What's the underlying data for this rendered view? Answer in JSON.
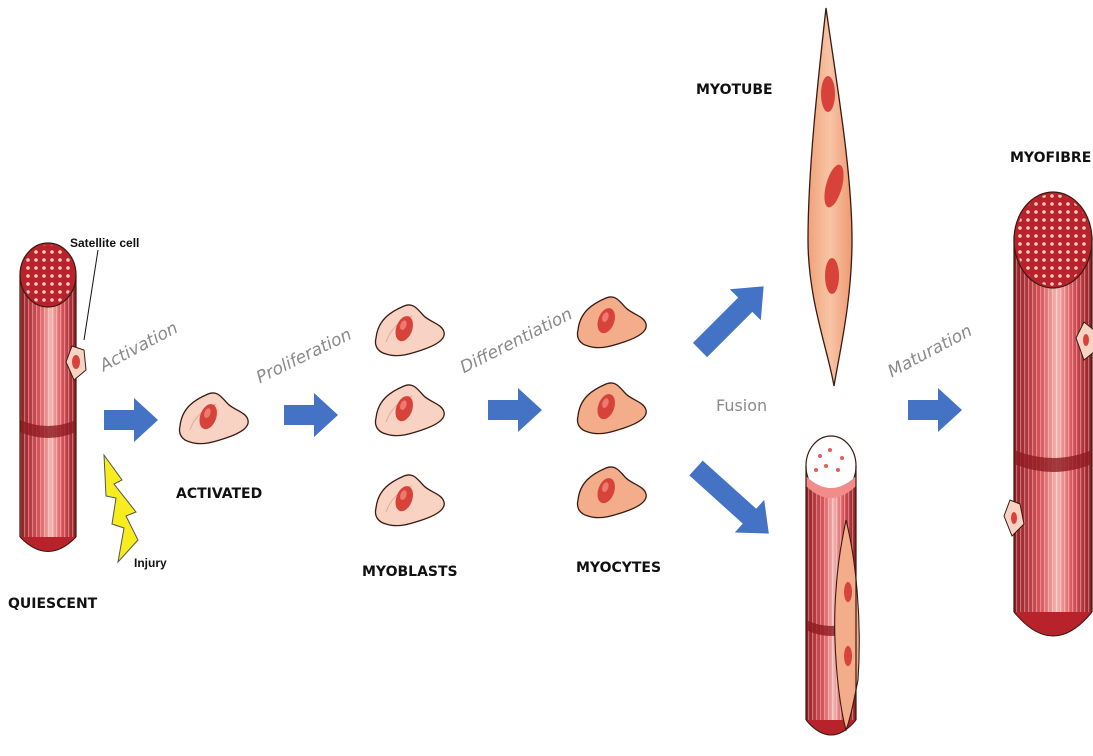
{
  "labels": {
    "satellite_cell": "Satellite cell",
    "injury": "Injury",
    "quiescent": "QUIESCENT",
    "activated": "ACTIVATED",
    "myoblasts": "MYOBLASTS",
    "myocytes": "MYOCYTES",
    "myotube": "MYOTUBE",
    "myofibre": "MYOFIBRE"
  },
  "steps": {
    "activation": "Activation",
    "proliferation": "Proliferation",
    "differentiation": "Differentiation",
    "fusion": "Fusion",
    "maturation": "Maturation"
  },
  "colors": {
    "muscle_dark": "#b8222a",
    "muscle_mid": "#d9545a",
    "muscle_light": "#f3b6b0",
    "cell_fill": "#f8d2c2",
    "myocyte_fill": "#f3ad8a",
    "nucleus": "#d7433a",
    "arrow": "#4472c4",
    "lightning": "#f7ec1e"
  },
  "icons": [
    "lightning-bolt-icon",
    "arrow-right-icon",
    "arrow-up-right-icon",
    "arrow-down-right-icon"
  ]
}
